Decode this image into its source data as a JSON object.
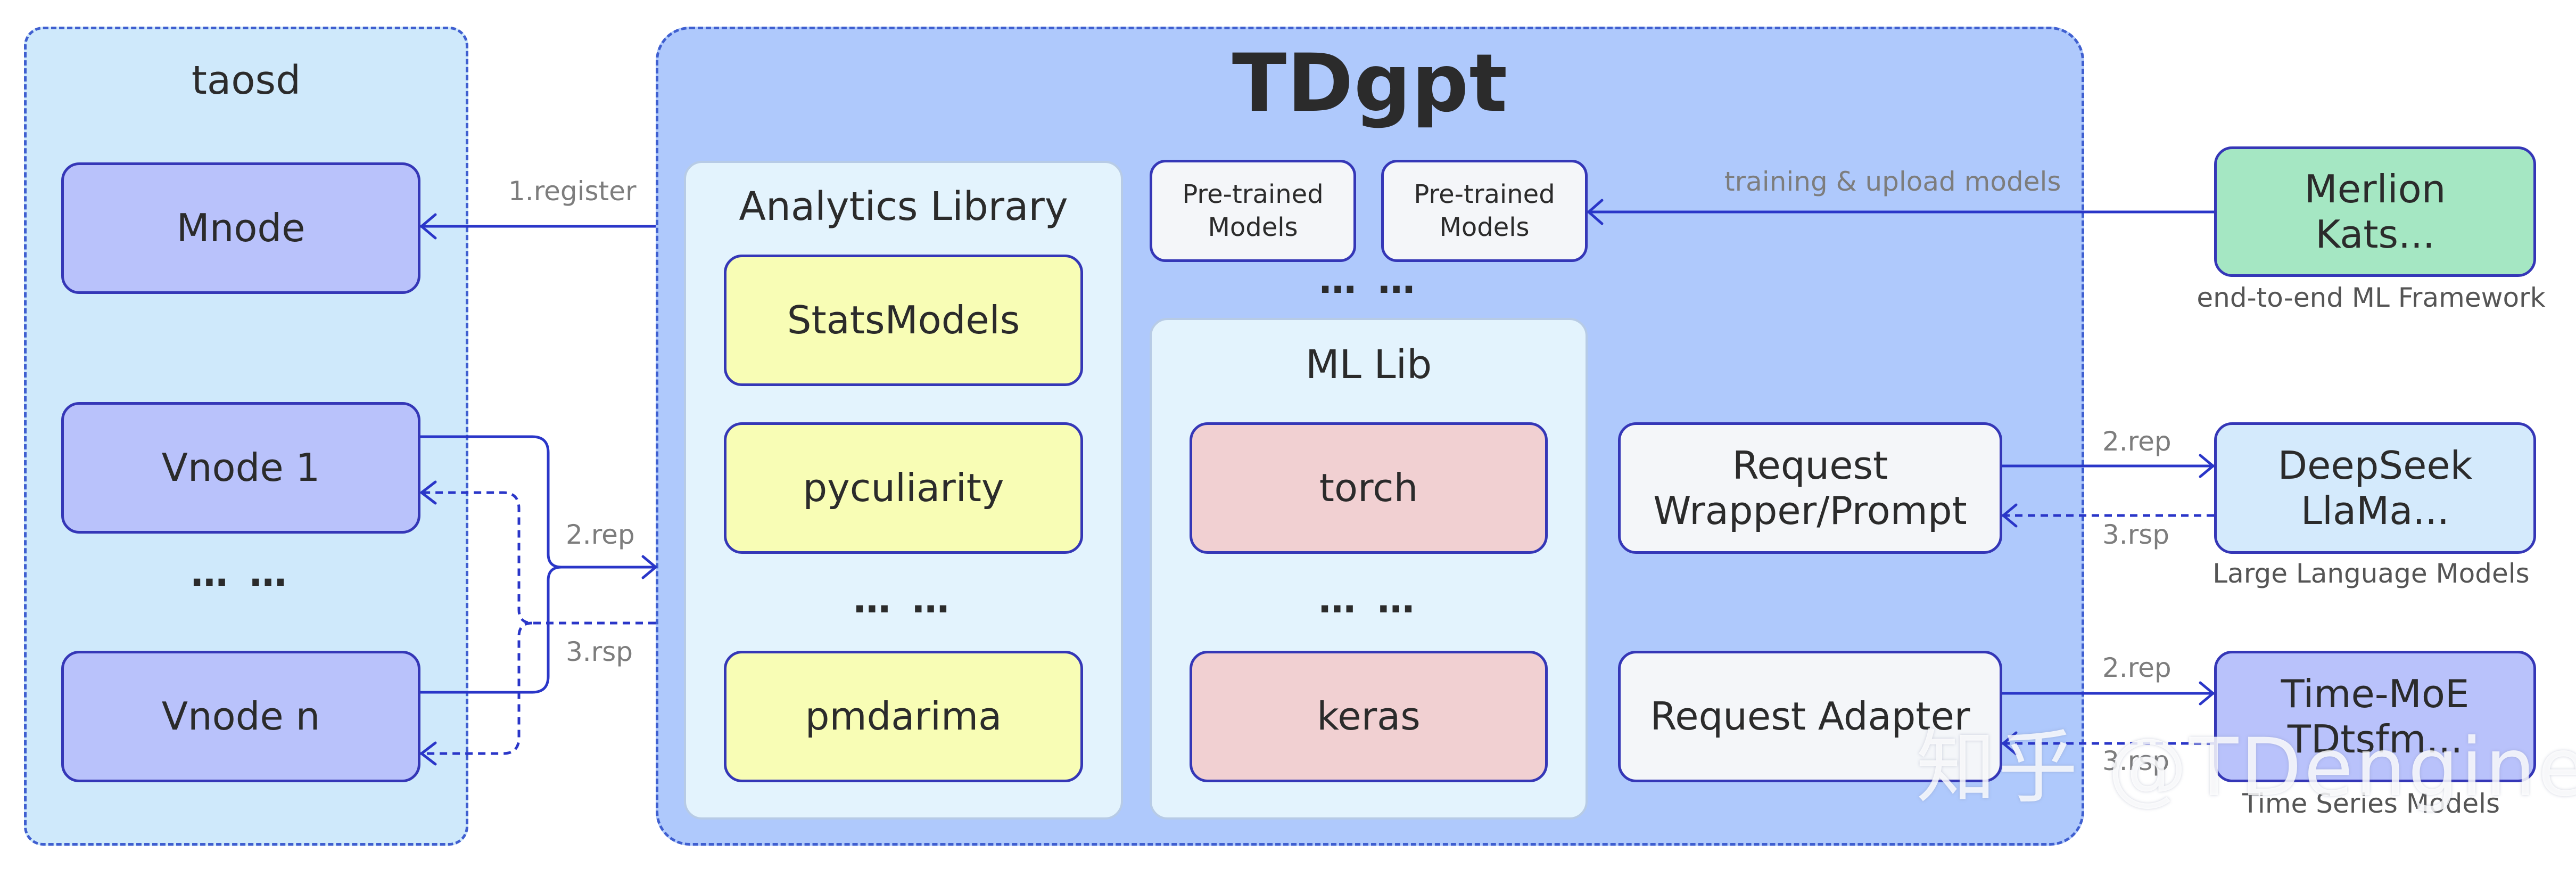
{
  "taosd": {
    "title": "taosd",
    "mnode": "Mnode",
    "vnode1": "Vnode 1",
    "dots": "… …",
    "vnoden": "Vnode n"
  },
  "tdgpt": {
    "title": "TDgpt",
    "analytics": {
      "title": "Analytics Library",
      "items": [
        "StatsModels",
        "pyculiarity",
        "pmdarima"
      ],
      "dots": "… …"
    },
    "pretrained": [
      "Pre-trained Models",
      "Pre-trained Models"
    ],
    "pretrained_dots": "… …",
    "mllib": {
      "title": "ML Lib",
      "items": [
        "torch",
        "keras"
      ],
      "dots": "… …"
    },
    "request_wrapper": "Request Wrapper/Prompt",
    "request_adapter": "Request Adapter"
  },
  "external": {
    "ml_framework": {
      "text": "Merlion Kats...",
      "caption": "end-to-end ML Framework"
    },
    "llm": {
      "text": "DeepSeek LlaMa...",
      "caption": "Large Language Models"
    },
    "ts": {
      "text": "Time-MoE TDtsfm...",
      "caption": "Time Series Models"
    }
  },
  "edges": {
    "register": "1.register",
    "rep": "2.rep",
    "rsp": "3.rsp",
    "training": "training & upload models",
    "llm_rep": "2.rep",
    "llm_rsp": "3.rsp",
    "ts_rep": "2.rep",
    "ts_rsp": "3.rsp"
  },
  "watermark": "知乎 @TDengine",
  "colors": {
    "edge": "#2a36c8",
    "taosd_bg": "#cfe9fb",
    "tdgpt_bg": "#afc9fc",
    "node": "#b9c2fb",
    "lib_yellow": "#f8fdb5",
    "lib_pink": "#f1d0d2",
    "framework_green": "#a5e7c3",
    "llm_blue": "#d4eafc"
  }
}
